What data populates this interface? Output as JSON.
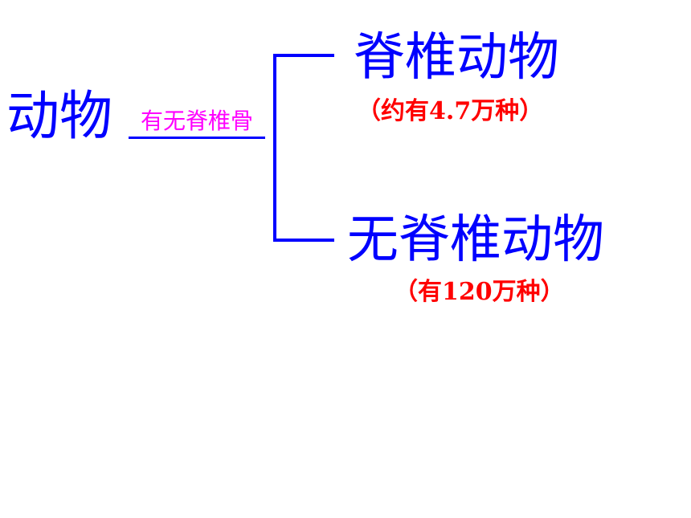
{
  "root": {
    "label": "动物"
  },
  "criterion": {
    "label": "有无脊椎骨"
  },
  "branches": [
    {
      "title": "脊椎动物",
      "note": "（约有4.7万种）"
    },
    {
      "title": "无脊椎动物",
      "note": "（有120万种）"
    }
  ],
  "colors": {
    "primary": "#0000ff",
    "criterion": "#ff00ff",
    "note": "#ff0000",
    "background": "#ffffff"
  }
}
